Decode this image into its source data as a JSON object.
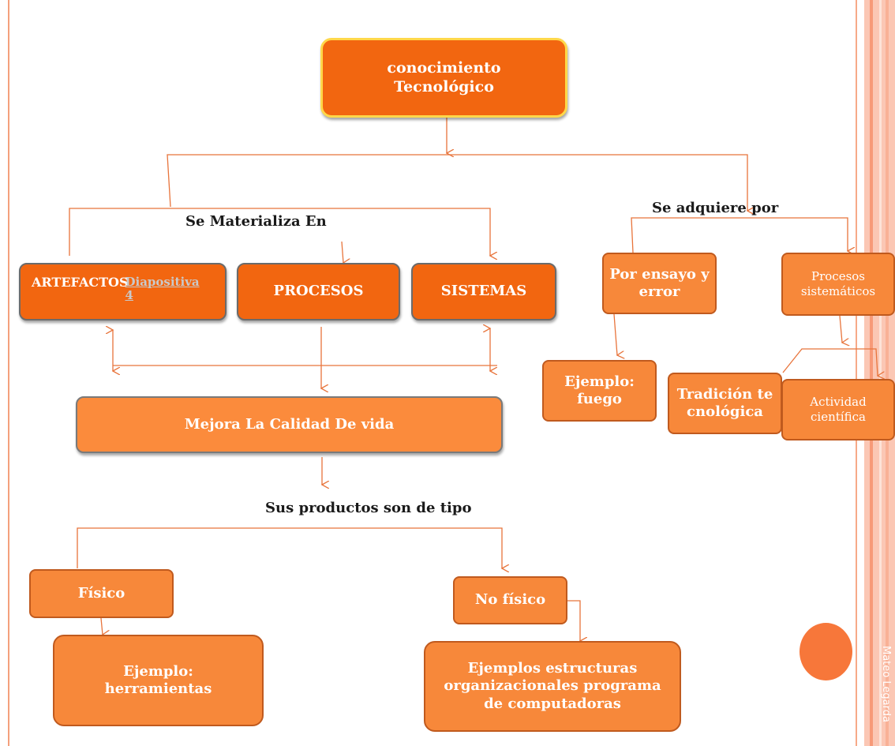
{
  "nodes": {
    "root": "conocimiento Tecnológico",
    "artefactos": "ARTEFACTOS",
    "artefactos_link": "Diapositiva 4",
    "procesos": "PROCESOS",
    "sistemas": "SISTEMAS",
    "mejora": "Mejora La Calidad De vida",
    "fisico": "Físico",
    "ejemplo_herramientas": "Ejemplo: herramientas",
    "no_fisico": "No físico",
    "ejemplos_estructuras": "Ejemplos estructuras organizacionales programa de computadoras",
    "ensayo_error": "Por ensayo y error",
    "ejemplo_fuego": "Ejemplo: fuego",
    "procesos_sistematicos": "Procesos sistemáticos",
    "tradicion": "Tradición tecnológica",
    "actividad": "Actividad científica"
  },
  "labels": {
    "materializa": "Se Materializa En",
    "adquiere": "Se adquiere por",
    "productos": "Sus productos son de tipo"
  },
  "footer": {
    "author": "Mateo Legarda"
  },
  "colors": {
    "primary_orange": "#f26610",
    "light_orange": "#fb8b3c",
    "border_orange": "#c05a1e",
    "connector": "#e8743b",
    "stripe_pink": "#fdd5c8",
    "stripe_orange": "#fbb9a2"
  }
}
